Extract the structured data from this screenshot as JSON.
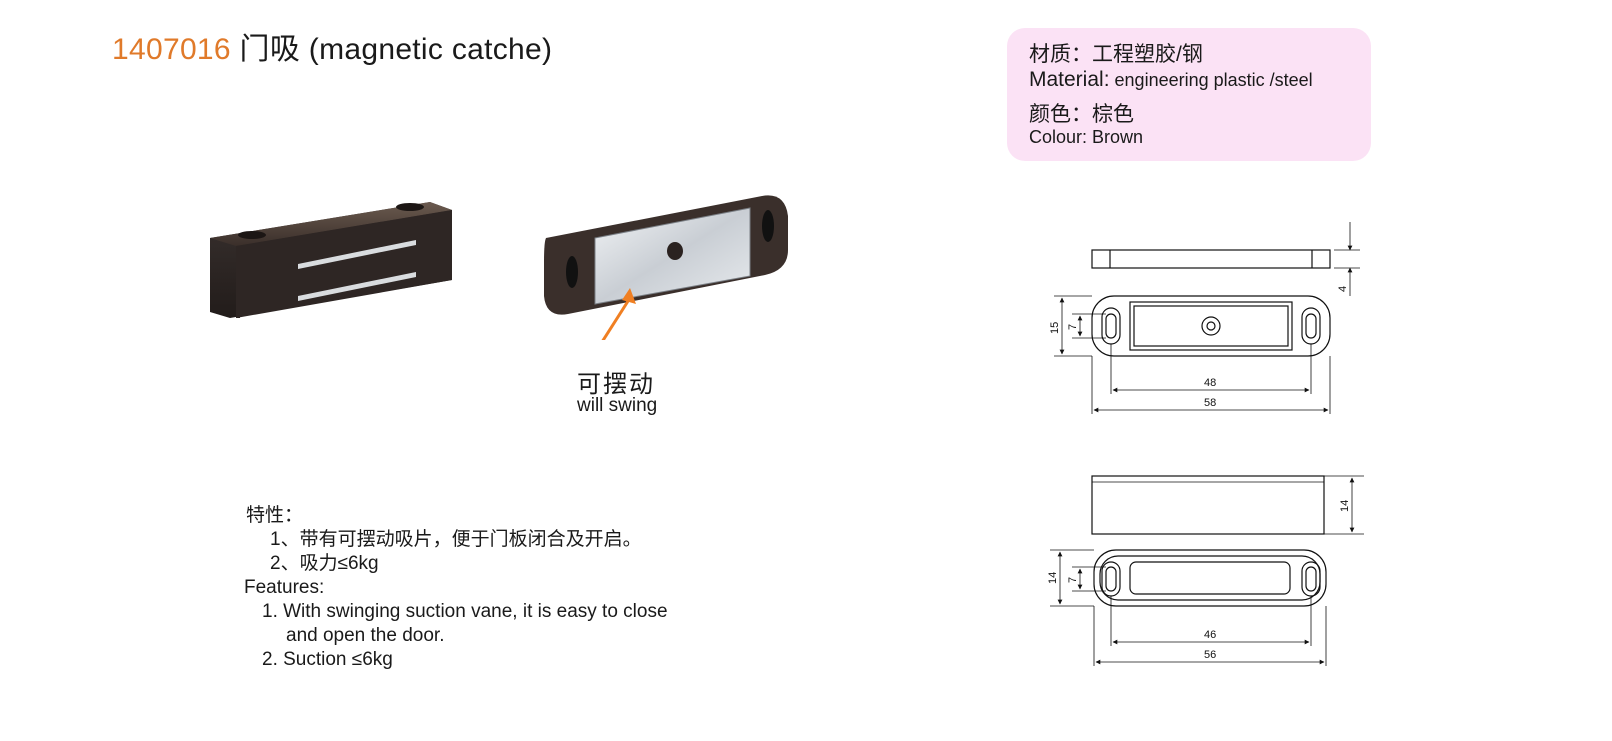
{
  "header": {
    "code": "1407016",
    "name": "门吸 (magnetic catche)"
  },
  "specs": {
    "material_zh": "材质：工程塑胶/钢",
    "material_en_label": "Material:",
    "material_en_value": " engineering plastic /steel",
    "color_zh": "颜色：棕色",
    "color_en": "Colour: Brown"
  },
  "annotation": {
    "swing_zh": "可摆动",
    "swing_en": "will swing"
  },
  "features": {
    "title_zh": "特性：",
    "items_zh": [
      "1、带有可摆动吸片，便于门板闭合及开启。",
      "2、吸力≤6kg"
    ],
    "title_en": "Features:",
    "item1_line1": "1. With swinging suction vane, it is easy to close",
    "item1_line2": "and open the door.",
    "item2": "2. Suction ≤6kg"
  },
  "dimensions": {
    "plate": {
      "thickness": "4",
      "height": "15",
      "hole": "7",
      "inner_length": "48",
      "length": "58"
    },
    "magnet": {
      "thickness": "14",
      "height": "14",
      "hole": "7",
      "inner_length": "46",
      "length": "56"
    }
  },
  "colors": {
    "accent": "#e07a2a",
    "spec_box_bg": "#fbe2f5",
    "product_brown": "#3c302b"
  }
}
